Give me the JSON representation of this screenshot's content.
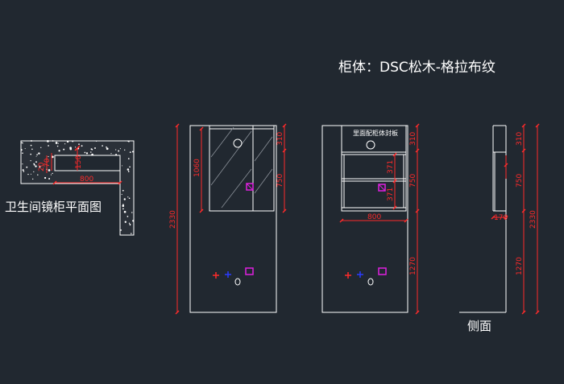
{
  "title": "柜体：DSC松木-格拉布纹",
  "plan_label": "卫生间镜柜平面图",
  "side_label": "侧面",
  "inner_label": "里面配柜体封板",
  "dims": {
    "plan_20": "20",
    "plan_70": "70",
    "plan_150": "150",
    "plan_800": "800",
    "front_1060": "1060",
    "front_310": "310",
    "front_750": "750",
    "front_2330": "2330",
    "inner_310": "310",
    "inner_371a": "371",
    "inner_371b": "371",
    "inner_750": "750",
    "inner_800": "800",
    "inner_1270": "1270",
    "side_310": "310",
    "side_750": "750",
    "side_170": "170",
    "side_1270": "1270",
    "side_2330": "2330"
  },
  "colors": {
    "background": "#212830",
    "dimension": "#ff2a2a",
    "outline": "#ffffff",
    "marker": "#e020e0",
    "blue_marker": "#2a3aff"
  }
}
